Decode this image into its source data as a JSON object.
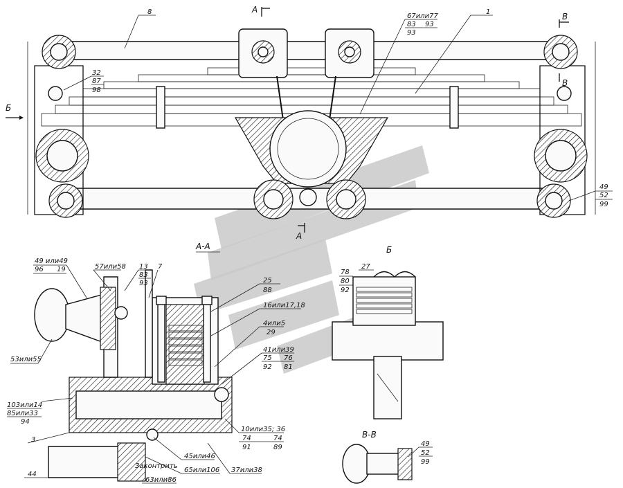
{
  "section_titles": {
    "aa_top": "А",
    "aa_bottom": "А",
    "aa_detail": "А-А",
    "vv_top": "В",
    "vv_mid": "В",
    "vv_detail": "В-В",
    "b_left": "Б",
    "b_detail": "Б"
  },
  "callouts": {
    "c8": "8",
    "c1": "1",
    "c67": "67или77",
    "c83a": "83",
    "c93a": "93",
    "c93b": "93",
    "c32": "32",
    "c87": "87",
    "c98": "98",
    "c49a": "49",
    "c52a": "52",
    "c99a": "99",
    "c4949": "49 или49",
    "c96": "96",
    "c19": "19",
    "c57": "57или58",
    "c13": "13",
    "c83b": "83",
    "c93c": "93",
    "c7": "7",
    "c25": "25",
    "c88": "88",
    "c16": "16или17,18",
    "c4": "4или5",
    "c29": "29",
    "c41": "41или39",
    "c75": "75",
    "c76": "76",
    "c92a": "92",
    "c81": "81",
    "c53": "53или55",
    "c10314": "103или14",
    "c8533": "85или33",
    "c94": "94",
    "c3": "3",
    "c44": "44",
    "c1035": "10или35; 36",
    "c74a": "74",
    "c74b": "74",
    "c91": "91",
    "c89": "89",
    "c4546": "45или46",
    "c65": "65или106",
    "c37": "37или38",
    "c63": "63или86",
    "c27": "27",
    "c78": "78",
    "c80": "80",
    "c92b": "92",
    "c49b": "49",
    "c52b": "52",
    "c99b": "99",
    "zakern": "Законтрить"
  }
}
